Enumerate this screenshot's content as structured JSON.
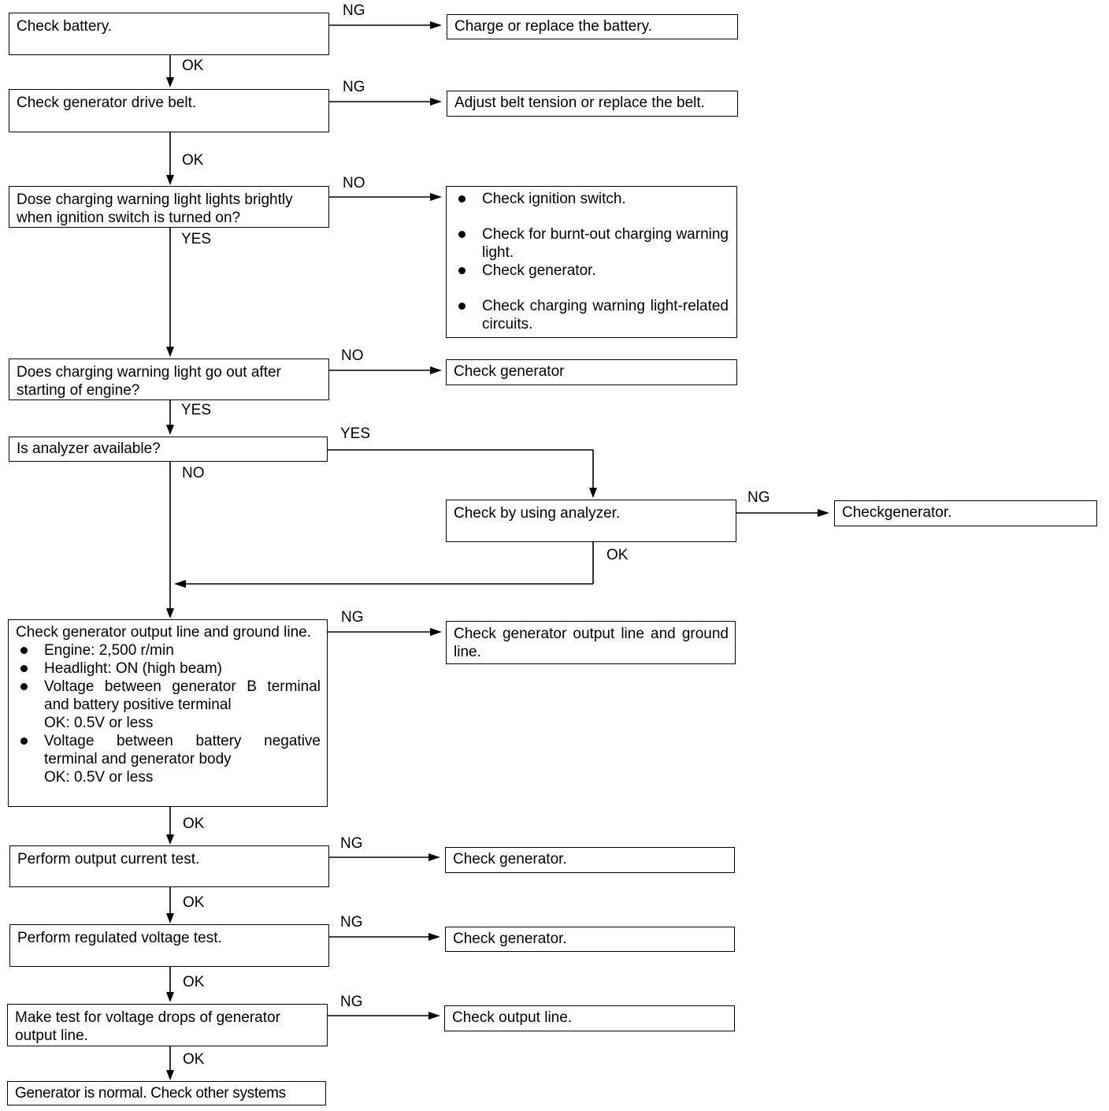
{
  "flowchart": {
    "steps": {
      "check_battery": "Check battery.",
      "check_belt": "Check generator drive belt.",
      "warning_light_on": "Dose charging warning light lights brightly when ignition switch is turned on?",
      "warning_light_out": "Does charging warning light go out after starting of engine?",
      "analyzer_available": "Is analyzer available?",
      "check_analyzer": "Check by using analyzer.",
      "output_line": {
        "title": "Check generator output line and ground line.",
        "items": [
          {
            "text": "Engine: 2,500 r/min"
          },
          {
            "text": "Headlight: ON (high beam)"
          },
          {
            "text": "Voltage between generator B terminal and battery positive terminal",
            "note": "OK: 0.5V or less"
          },
          {
            "text": "Voltage between battery negative terminal and generator body",
            "note": "OK: 0.5V or less"
          }
        ]
      },
      "output_current": "Perform output current test.",
      "regulated_voltage": "Perform regulated voltage test.",
      "voltage_drops": "Make test for voltage drops of generator output line.",
      "normal": "Generator is normal. Check other systems"
    },
    "results": {
      "charge_battery": "Charge or replace the battery.",
      "adjust_belt": "Adjust belt tension or replace the belt.",
      "checks": [
        "Check ignition switch.",
        "Check for burnt-out charging warning light.",
        "Check generator.",
        "Check charging warning light-related circuits."
      ],
      "check_generator_plain": "Check generator",
      "check_generator_analyzer": "Checkgenerator.",
      "check_output_ground": "Check generator output line and ground line.",
      "check_generator_current": "Check generator.",
      "check_generator_voltage": "Check generator.",
      "check_output_line": "Check output line."
    },
    "labels": {
      "ng": "NG",
      "ok": "OK",
      "yes": "YES",
      "no": "NO"
    }
  }
}
